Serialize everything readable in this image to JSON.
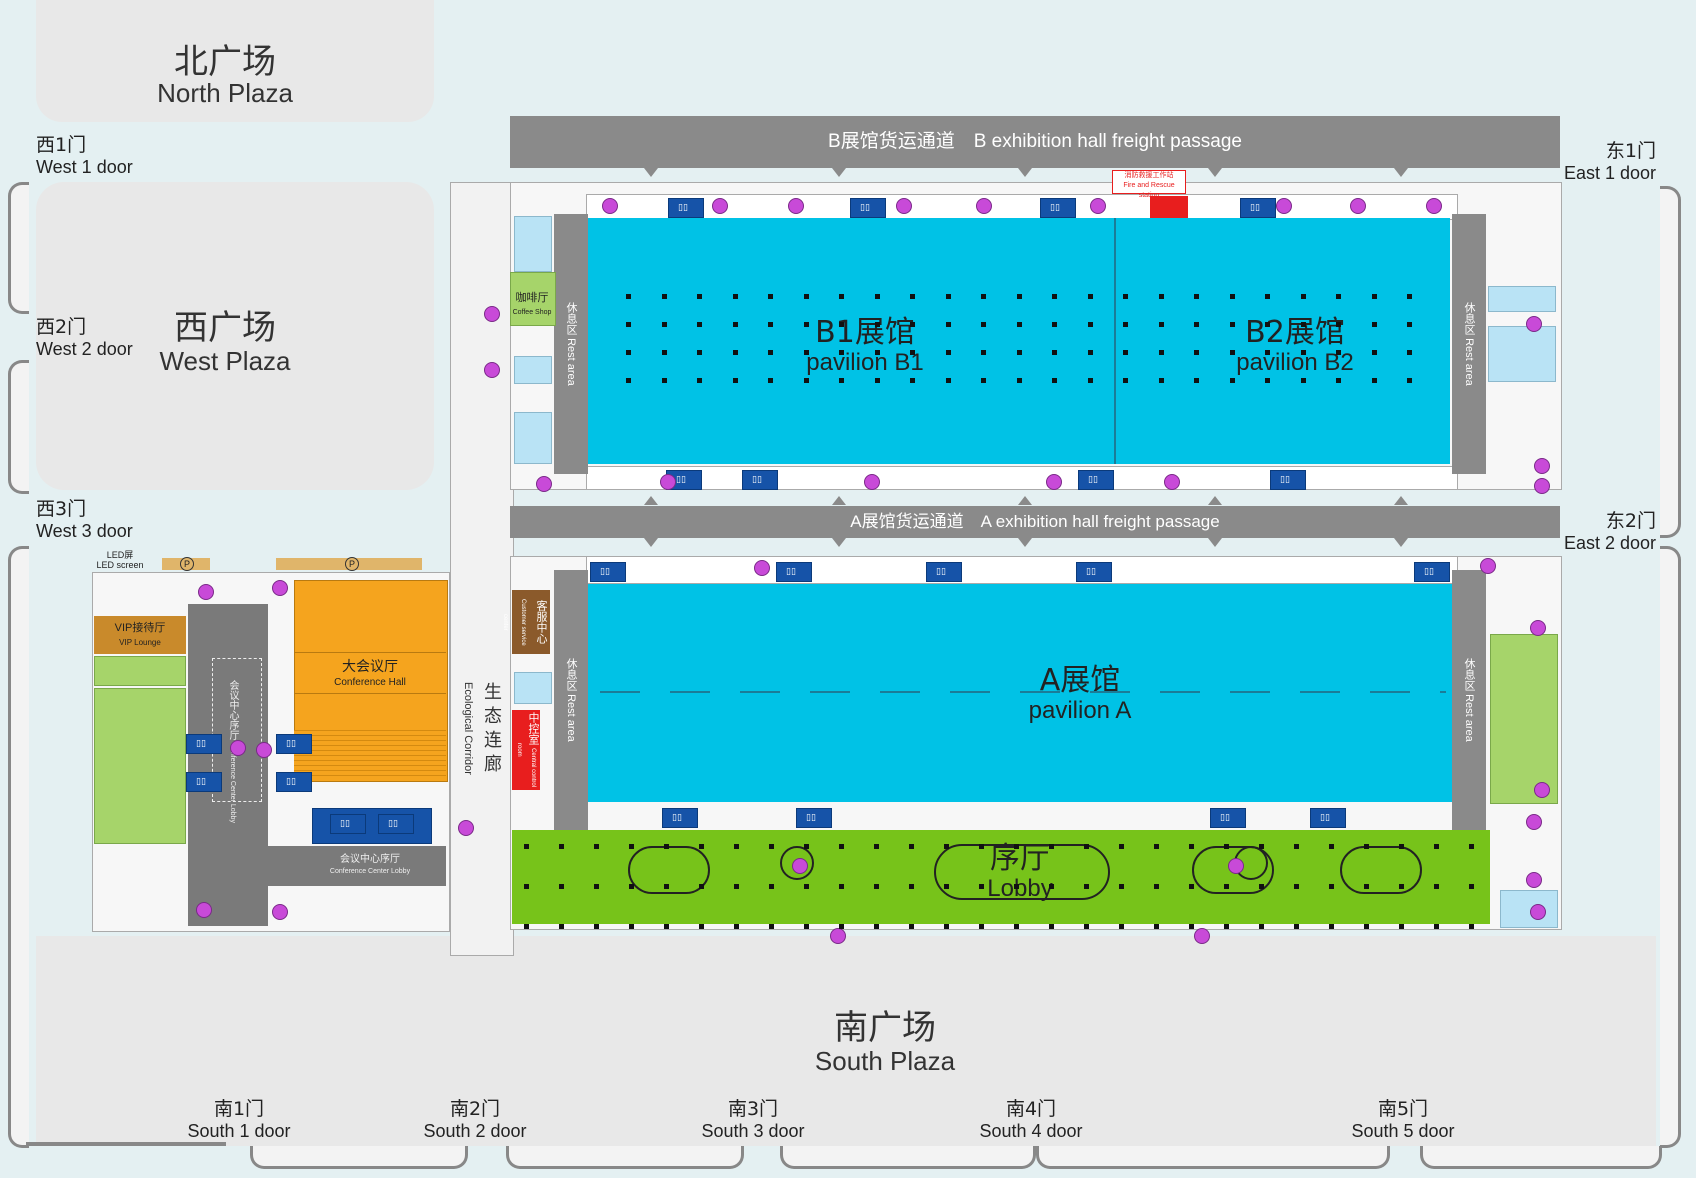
{
  "plazas": {
    "north": {
      "cn": "北广场",
      "en": "North Plaza"
    },
    "west": {
      "cn": "西广场",
      "en": "West Plaza"
    },
    "south": {
      "cn": "南广场",
      "en": "South Plaza"
    }
  },
  "doors": {
    "west1": {
      "cn": "西1门",
      "en": "West 1 door"
    },
    "west2": {
      "cn": "西2门",
      "en": "West 2 door"
    },
    "west3": {
      "cn": "西3门",
      "en": "West 3 door"
    },
    "east1": {
      "cn": "东1门",
      "en": "East 1 door"
    },
    "east2": {
      "cn": "东2门",
      "en": "East 2 door"
    },
    "south1": {
      "cn": "南1门",
      "en": "South 1 door"
    },
    "south2": {
      "cn": "南2门",
      "en": "South 2 door"
    },
    "south3": {
      "cn": "南3门",
      "en": "South 3 door"
    },
    "south4": {
      "cn": "南4门",
      "en": "South 4 door"
    },
    "south5": {
      "cn": "南5门",
      "en": "South 5 door"
    }
  },
  "freight": {
    "b": "B展馆货运通道　B exhibition hall freight passage",
    "a": "A展馆货运通道　A exhibition hall freight passage"
  },
  "halls": {
    "b1": {
      "cn": "B1展馆",
      "en": "pavilion B1"
    },
    "b2": {
      "cn": "B2展馆",
      "en": "pavilion B2"
    },
    "a": {
      "cn": "A展馆",
      "en": "pavilion A"
    },
    "lobby": {
      "cn": "序厅",
      "en": "Lobby"
    }
  },
  "rooms": {
    "rest_cn": "休息区",
    "rest_en": "Rest area",
    "coffee_cn": "咖啡厅",
    "coffee_en": "Coffee Shop",
    "fire_cn": "消防救援工作站",
    "fire_en": "Fire and Rescue station",
    "service_cn": "客服中心",
    "service_en": "Customer service center",
    "control_cn": "中控室",
    "control_en": "Central control room",
    "vip_cn": "VIP接待厅",
    "vip_en": "VIP Lounge",
    "conference_cn": "大会议厅",
    "conference_en": "Conference Hall",
    "cc_lobby_cn": "会议中心序厅",
    "cc_lobby_en": "Conference Center Lobby",
    "led_cn": "LED屏",
    "led_en": "LED screen",
    "corridor_cn": "生态连廊",
    "corridor_en": "Ecological Corridor",
    "parking": "P"
  },
  "colors": {
    "hall": "#00c2e6",
    "lobby": "#77c31a",
    "conference": "#f5a41e",
    "freight": "#8a8a8a",
    "green_room": "#a6d46a",
    "vip": "#c98a2b",
    "service": "#8b5a2b",
    "control": "#e81e1e",
    "restroom": "#1653a8"
  }
}
